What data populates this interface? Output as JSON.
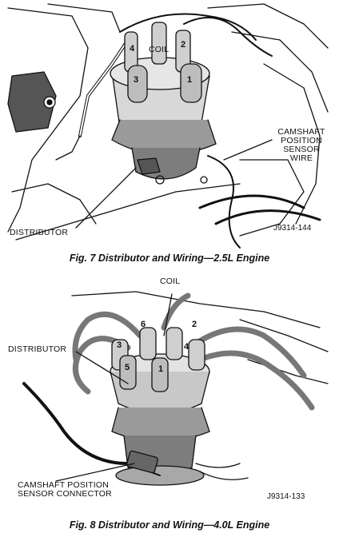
{
  "figure7": {
    "caption": "Fig. 7 Distributor and Wiring—2.5L Engine",
    "reference": "J9314-144",
    "labels": {
      "coil": "COIL",
      "camshaft_sensor_wire": [
        "CAMSHAFT",
        "POSITION",
        "SENSOR",
        "WIRE"
      ],
      "distributor": "DISTRIBUTOR"
    },
    "terminal_numbers": [
      "4",
      "2",
      "3",
      "1"
    ]
  },
  "figure8": {
    "caption": "Fig. 8 Distributor and Wiring—4.0L Engine",
    "reference": "J9314-133",
    "labels": {
      "coil": "COIL",
      "distributor": "DISTRIBUTOR",
      "camshaft_sensor_connector": [
        "CAMSHAFT POSITION",
        "SENSOR CONNECTOR"
      ]
    },
    "terminal_numbers": [
      "6",
      "2",
      "3",
      "4",
      "5",
      "1"
    ]
  }
}
